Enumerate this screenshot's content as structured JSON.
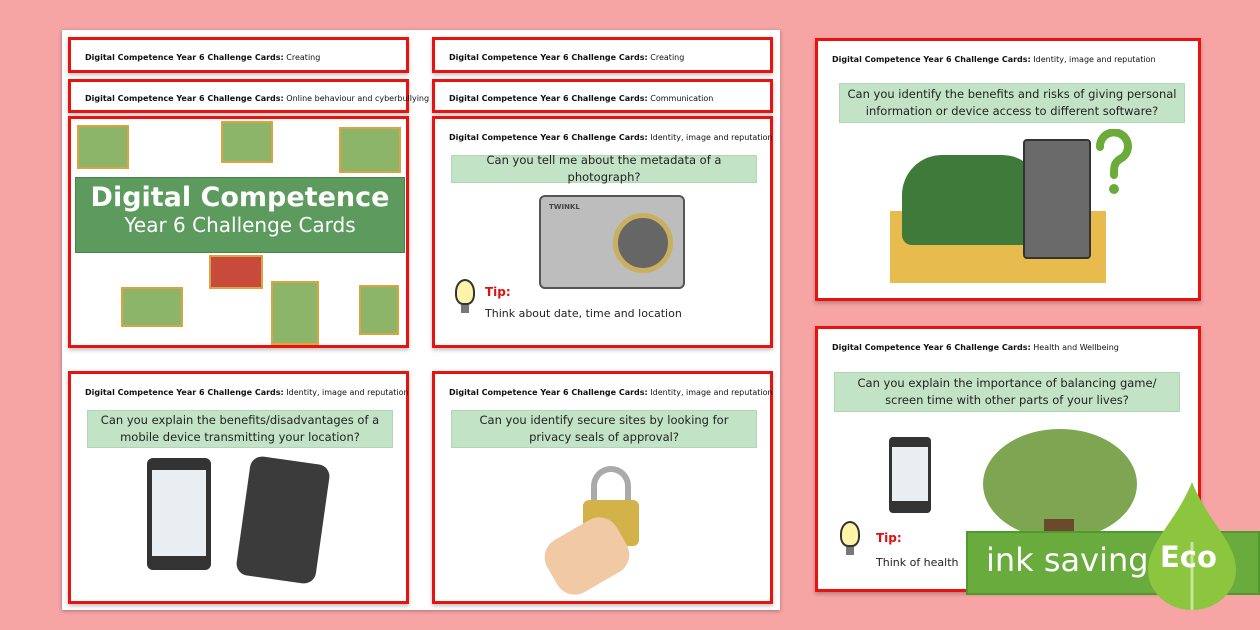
{
  "brand_prefix": "Digital Competence Year 6 Challenge Cards:",
  "cards": [
    {
      "topic": "Creating"
    },
    {
      "topic": "Creating"
    },
    {
      "topic": "Online behaviour and cyberbullying"
    },
    {
      "topic": "Communication"
    },
    {
      "topic": "Identity, image and reputation",
      "question": "Can you tell me about the metadata of a photograph?",
      "tip_label": "Tip:",
      "tip": "Think about date, time and location",
      "camera_brand": "TWINKL"
    },
    {
      "topic": "Identity, image and reputation",
      "question": "Can you explain the benefits/disadvantages of a mobile device transmitting your location?"
    },
    {
      "topic": "Identity, image and reputation",
      "question": "Can you identify secure sites by looking for privacy seals of approval?"
    },
    {
      "topic": "Identity, image and reputation",
      "question": "Can you identify the benefits and risks of giving personal information or device access to different software?"
    },
    {
      "topic": "Health and Wellbeing",
      "question": "Can you explain the importance of balancing game/ screen time with other parts of your lives?",
      "tip_label": "Tip:",
      "tip": "Think of health"
    }
  ],
  "cover": {
    "title": "Digital Competence",
    "subtitle": "Year 6 Challenge Cards"
  },
  "eco": {
    "label": "ink saving",
    "badge": "Eco"
  },
  "colors": {
    "background": "#f6a4a4",
    "card_border": "#e8120f",
    "question_bg": "#c3e3c6",
    "title_band": "#5c9b5d",
    "eco": "#6aab3e"
  }
}
